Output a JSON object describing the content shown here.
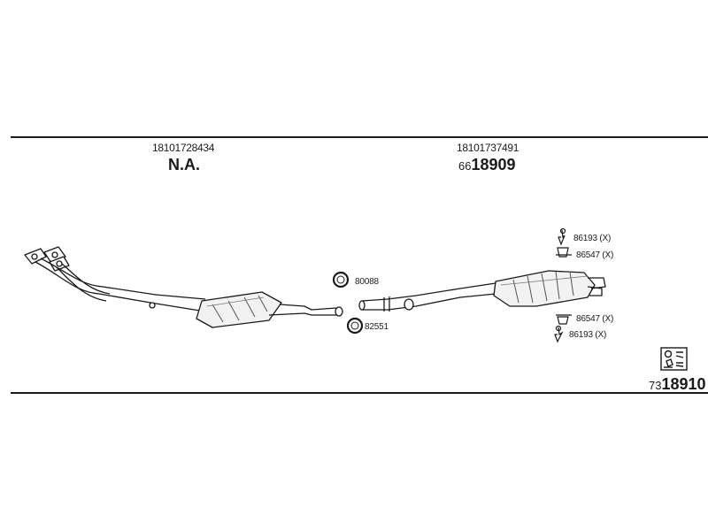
{
  "sections": [
    {
      "oe_number": "18101728434",
      "part_number": "N.A."
    },
    {
      "oe_number": "18101737491",
      "part_prefix": "66",
      "part_number": "18909"
    }
  ],
  "accessories": {
    "gasket_top": "80088",
    "gasket_bottom": "82551",
    "hanger_rubber_1": "86193 (X)",
    "hanger_bracket_1": "86547 (X)",
    "hanger_bracket_2": "86547 (X)",
    "hanger_rubber_2": "86193 (X)"
  },
  "kit": {
    "prefix": "73",
    "number": "18910"
  },
  "icons": [
    "mounting-kit-icon"
  ]
}
